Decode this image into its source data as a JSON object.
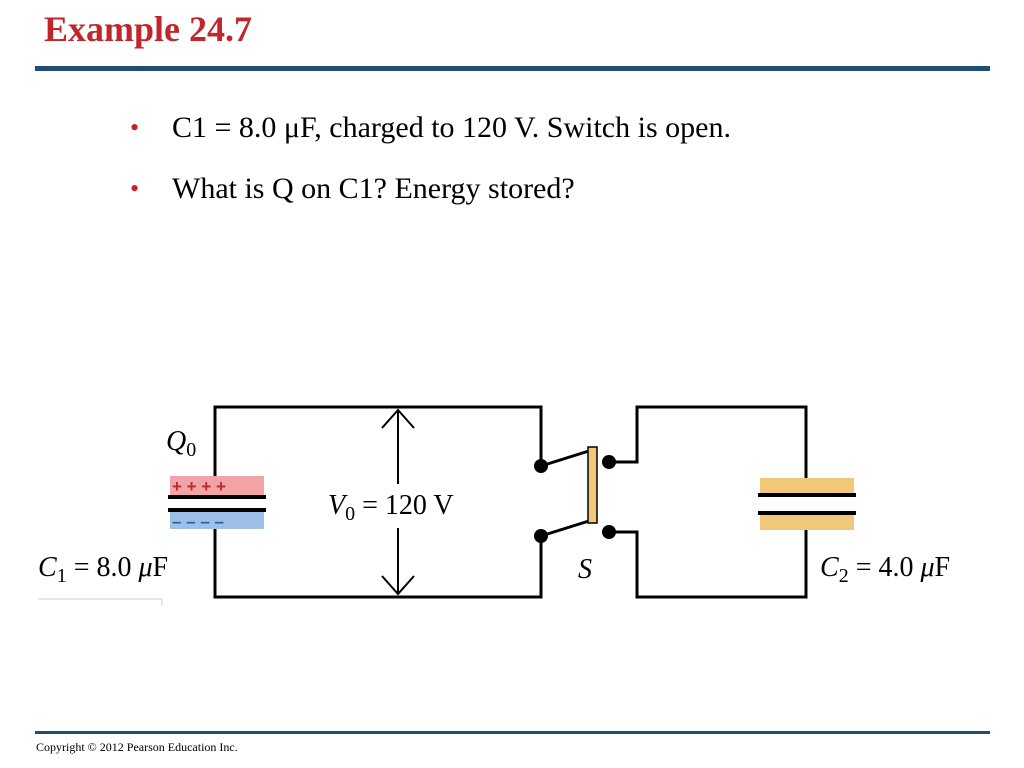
{
  "slide": {
    "title": "Example 24.7",
    "bullets": [
      "C1 = 8.0 μF, charged to 120 V.  Switch is open.",
      "What is Q on C1?  Energy stored?"
    ],
    "footer": "Copyright © 2012 Pearson Education Inc."
  },
  "diagram": {
    "q0_label": "Q",
    "q0_sub": "0",
    "c1_plus": "+ + + +",
    "c1_minus": "– – – –",
    "c1_label_pre": "C",
    "c1_label_sub": "1",
    "c1_label_value": " =  8.0 ",
    "c1_label_unit_mu": "μ",
    "c1_label_unit": "F",
    "v0_pre": "V",
    "v0_sub": "0",
    "v0_value": "  =  120 V",
    "switch_label": "S",
    "c2_label_pre": "C",
    "c2_label_sub": "2",
    "c2_label_value": "  =  4.0 ",
    "c2_label_unit_mu": "μ",
    "c2_label_unit": "F"
  },
  "colors": {
    "title": "#c0272d",
    "rule": "#1f4e79",
    "plus_band": "#f2a3a6",
    "minus_band": "#9fc0e6",
    "switch_blade": "#f3c77a",
    "c2_band": "#f0c878"
  }
}
